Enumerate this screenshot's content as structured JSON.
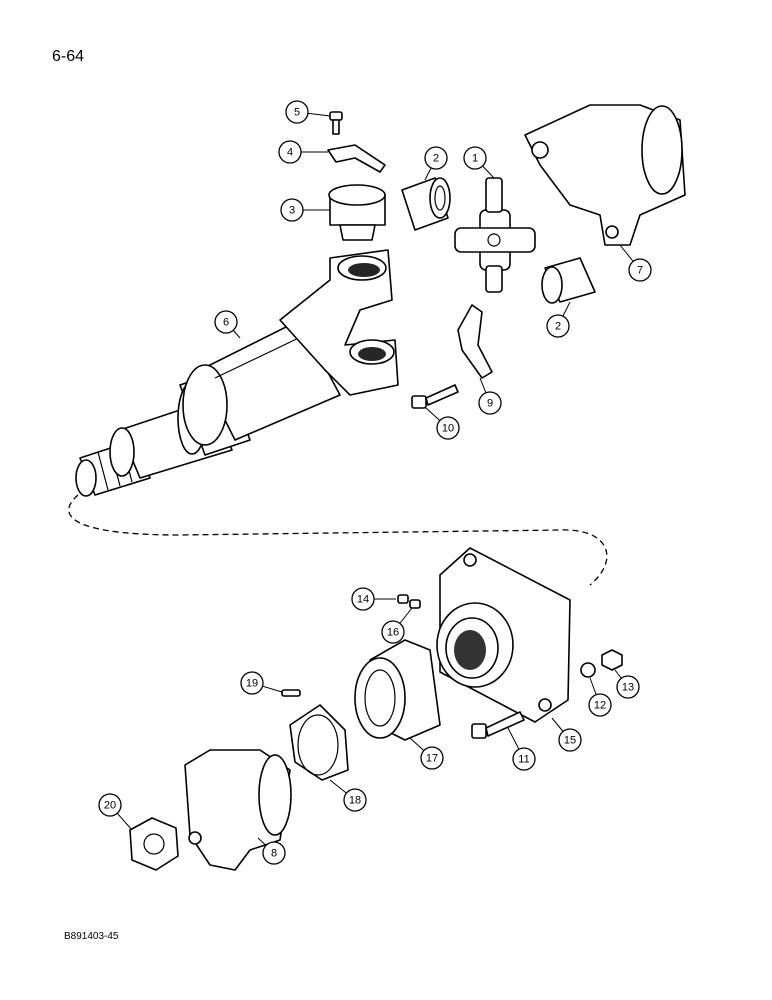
{
  "page_number": "6-64",
  "figure_code": "B891403-45",
  "callouts": [
    "1",
    "2",
    "3",
    "4",
    "5",
    "6",
    "7",
    "8",
    "9",
    "10",
    "11",
    "12",
    "13",
    "14",
    "15",
    "16",
    "17",
    "18",
    "19",
    "20"
  ]
}
